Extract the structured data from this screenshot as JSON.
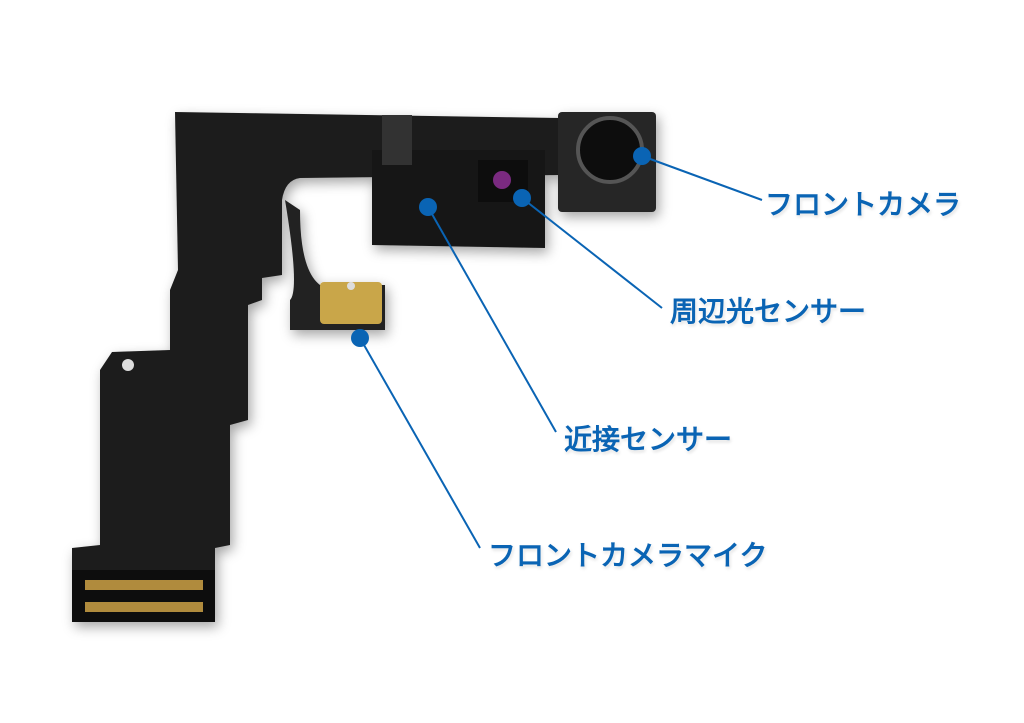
{
  "accent_color": "#0a64b4",
  "board_color": "#1c1c1c",
  "labels": {
    "front_camera": "フロントカメラ",
    "ambient_light_sensor": "周辺光センサー",
    "proximity_sensor": "近接センサー",
    "front_camera_mic": "フロントカメラマイク"
  }
}
